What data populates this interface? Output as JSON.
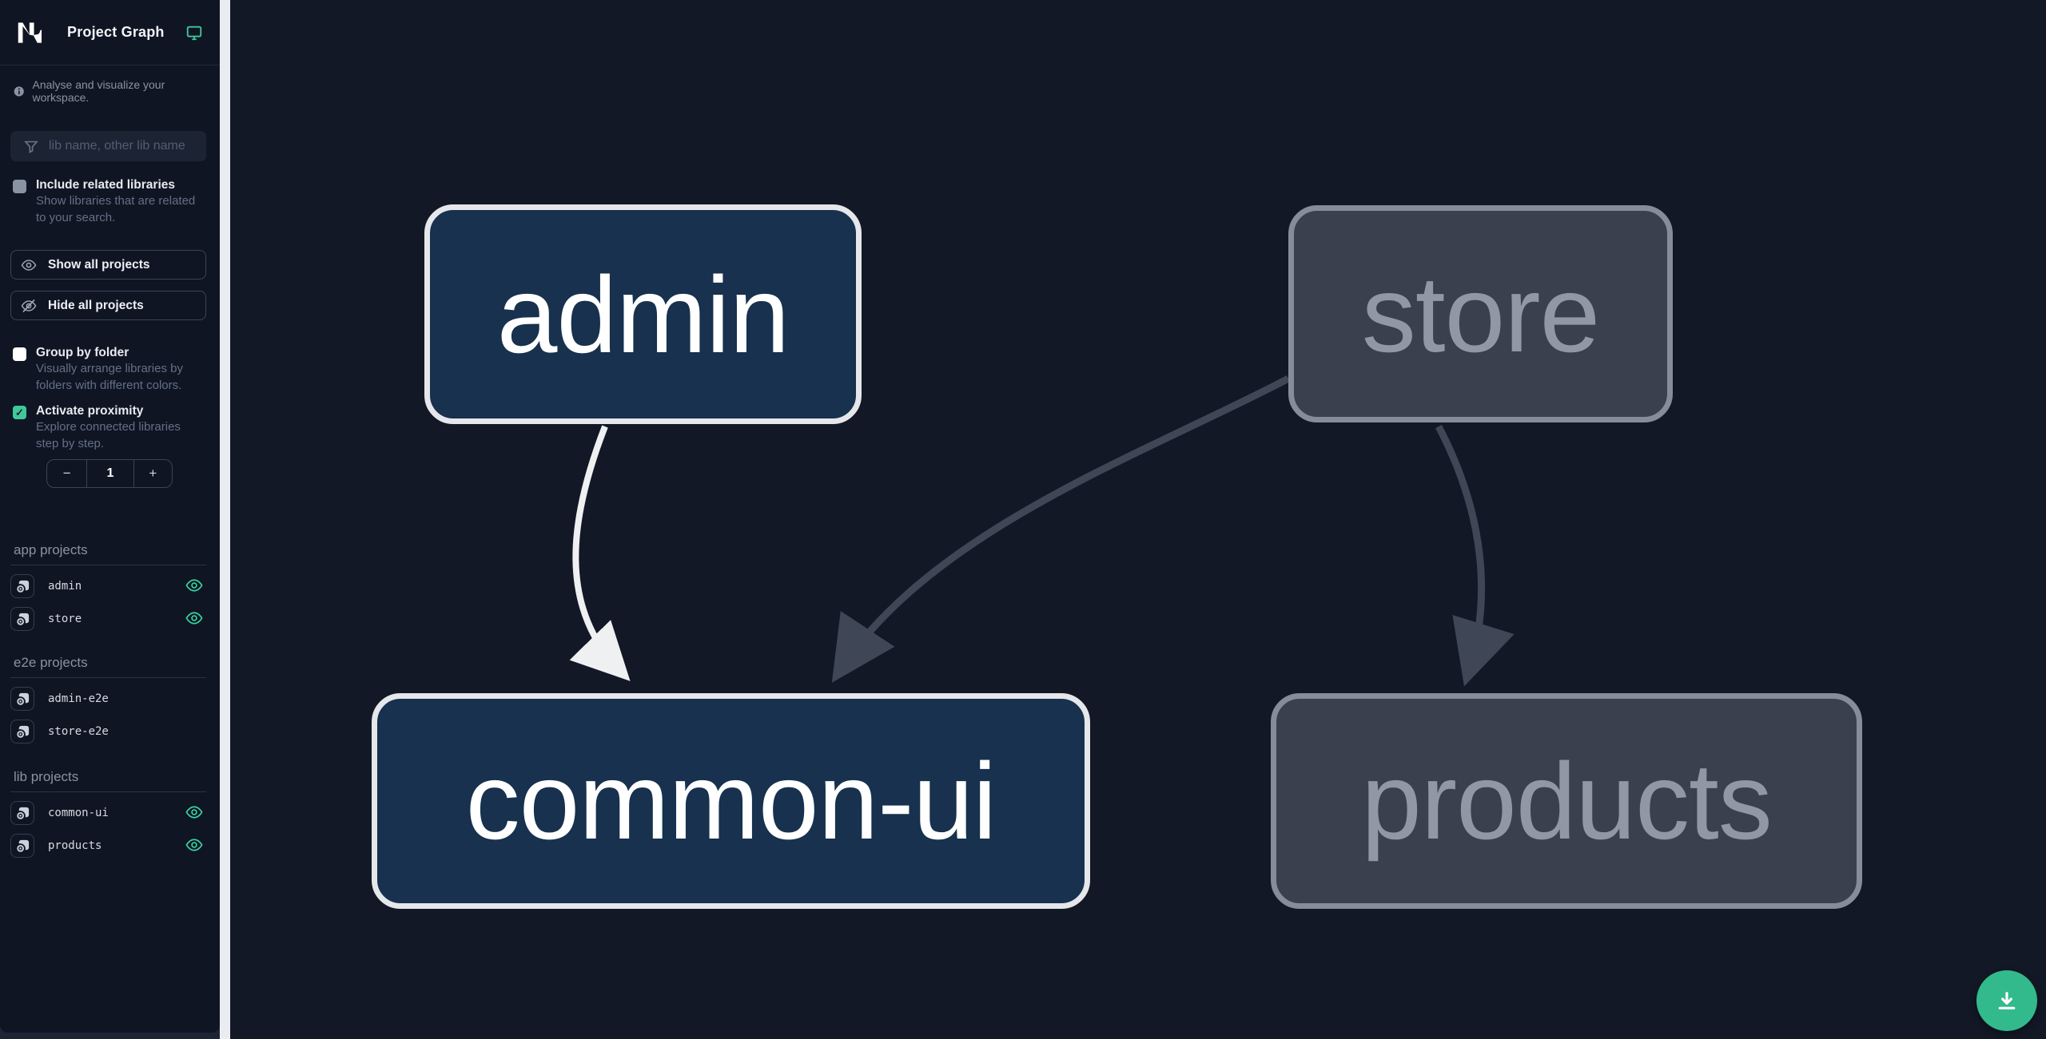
{
  "header": {
    "title": "Project Graph"
  },
  "sidebar": {
    "tagline": "Analyse and visualize your workspace.",
    "filter_placeholder": "lib name, other lib name",
    "include_related": {
      "label": "Include related libraries",
      "description": "Show libraries that are related to your search.",
      "checked": false
    },
    "show_all_label": "Show all projects",
    "hide_all_label": "Hide all projects",
    "group_by_folder": {
      "label": "Group by folder",
      "description": "Visually arrange libraries by folders with different colors.",
      "checked": false
    },
    "activate_proximity": {
      "label": "Activate proximity",
      "description": "Explore connected libraries step by step.",
      "checked": true
    },
    "proximity_stepper": {
      "decrement": "−",
      "value": "1",
      "increment": "+"
    },
    "sections": [
      {
        "title": "app projects",
        "items": [
          {
            "name": "admin",
            "visible": true
          },
          {
            "name": "store",
            "visible": true
          }
        ]
      },
      {
        "title": "e2e projects",
        "items": [
          {
            "name": "admin-e2e",
            "visible": false
          },
          {
            "name": "store-e2e",
            "visible": false
          }
        ]
      },
      {
        "title": "lib projects",
        "items": [
          {
            "name": "common-ui",
            "visible": true
          },
          {
            "name": "products",
            "visible": true
          }
        ]
      }
    ]
  },
  "graph": {
    "nodes": [
      {
        "label": "admin",
        "state": "focused"
      },
      {
        "label": "store",
        "state": "muted"
      },
      {
        "label": "common-ui",
        "state": "focused"
      },
      {
        "label": "products",
        "state": "muted"
      }
    ],
    "edges": [
      {
        "source": "admin",
        "target": "common-ui",
        "emphasis": "highlighted"
      },
      {
        "source": "store",
        "target": "common-ui",
        "emphasis": "muted"
      },
      {
        "source": "store",
        "target": "products",
        "emphasis": "muted"
      }
    ]
  },
  "colors": {
    "accent_green": "#3fc99b",
    "focused_node_fill": "#17314e",
    "focused_node_border": "#e5e7eb",
    "muted_node_fill": "#3a404e",
    "muted_node_border": "#868d99",
    "highlighted_edge": "#eef0f2",
    "muted_edge": "#3f4656",
    "fab_background": "#32ba8d"
  }
}
